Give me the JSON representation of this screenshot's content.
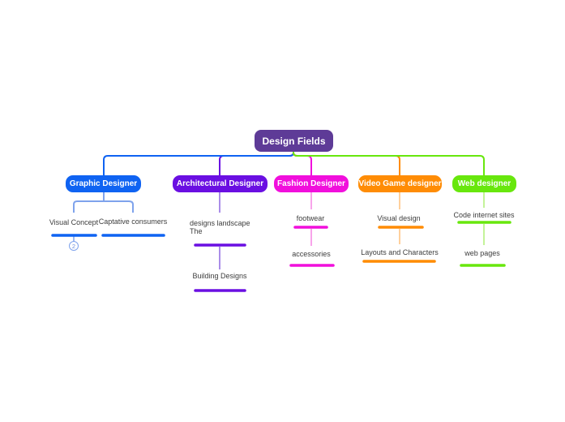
{
  "root": {
    "label": "Design Fields",
    "color": "#5E3B97",
    "text_color": "#ffffff"
  },
  "branches": [
    {
      "label": "Graphic Designer",
      "color": "#0F63F2",
      "light_color": "#7FA3EC",
      "children": [
        {
          "label": "Visual Concept",
          "badge": "2"
        },
        {
          "label": "Captative consumers"
        }
      ]
    },
    {
      "label": "Architectural Designer",
      "color": "#6A0FE2",
      "light_color": "#AA8DE9",
      "children": [
        {
          "label": "designs landscape The"
        },
        {
          "label": "Building Designs"
        }
      ]
    },
    {
      "label": "Fashion Designer",
      "color": "#F10FDC",
      "light_color": "#F8A4EA",
      "children": [
        {
          "label": "footwear"
        },
        {
          "label": "accessories"
        }
      ]
    },
    {
      "label": "Video Game designer",
      "color": "#FF8C05",
      "light_color": "#FFD09C",
      "children": [
        {
          "label": "Visual design"
        },
        {
          "label": "Layouts and Characters"
        }
      ]
    },
    {
      "label": "Web designer",
      "color": "#68E70D",
      "light_color": "#C4F399",
      "children": [
        {
          "label": "Code internet sites"
        },
        {
          "label": "web pages"
        }
      ]
    }
  ]
}
